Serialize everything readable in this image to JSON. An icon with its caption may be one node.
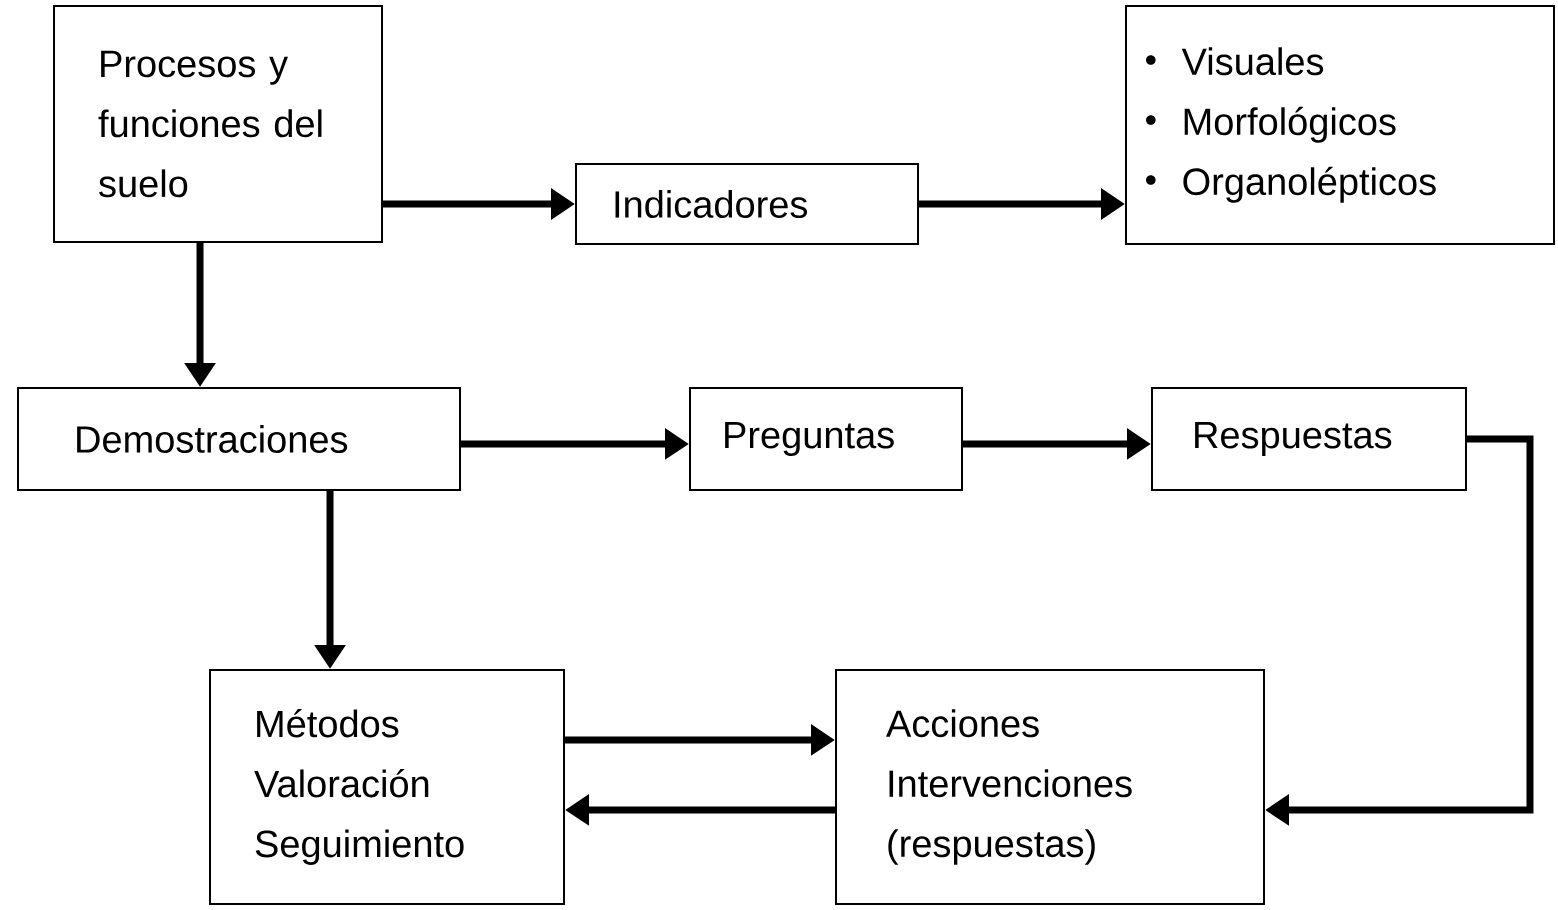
{
  "diagram": {
    "nodes": [
      {
        "text": [
          "Procesos y funciones del suelo"
        ]
      },
      {
        "text": [
          "Indicadores"
        ]
      },
      {
        "text": [
          "Visuales",
          "Morfológicos",
          "Organolépticos"
        ]
      },
      {
        "text": [
          "Demostraciones"
        ]
      },
      {
        "text": [
          "Preguntas"
        ]
      },
      {
        "text": [
          "Respuestas"
        ]
      },
      {
        "text": [
          "Métodos",
          "Valoración",
          "Seguimiento"
        ]
      },
      {
        "text": [
          "Acciones",
          "Intervenciones",
          "(respuestas)"
        ]
      }
    ],
    "edges": [
      {
        "from": 0,
        "to": 1,
        "arrow": "to"
      },
      {
        "from": 1,
        "to": 2,
        "arrow": "to"
      },
      {
        "from": 0,
        "to": 3,
        "arrow": "to"
      },
      {
        "from": 3,
        "to": 4,
        "arrow": "to"
      },
      {
        "from": 4,
        "to": 5,
        "arrow": "to"
      },
      {
        "from": 3,
        "to": 6,
        "arrow": "to"
      },
      {
        "from": 6,
        "to": 7,
        "arrow": "to"
      },
      {
        "from": 7,
        "to": 6,
        "arrow": "to"
      },
      {
        "from": 5,
        "to": 7,
        "arrow": "to"
      }
    ]
  }
}
